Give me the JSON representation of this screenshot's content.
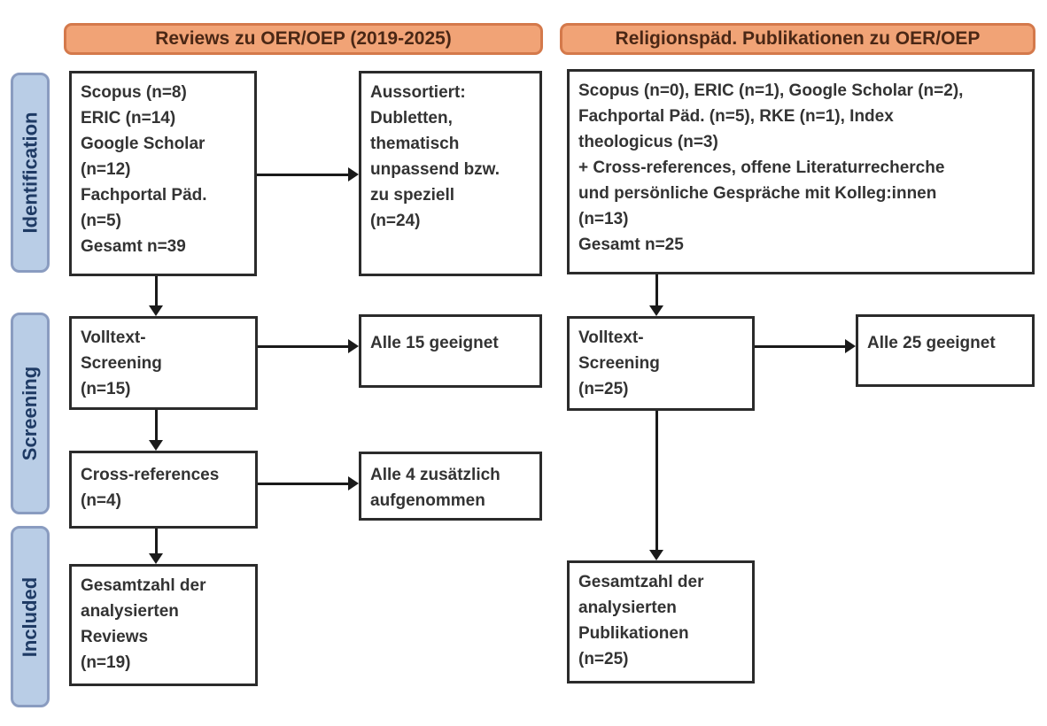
{
  "diagram": {
    "title_left": "Reviews zu OER/OEP (2019-2025)",
    "title_right": "Religionspäd. Publikationen zu OER/OEP",
    "stages": {
      "identification": "Identification",
      "screening": "Screening",
      "included": "Included"
    },
    "left_flow": {
      "sources": "Scopus (n=8)\nERIC (n=14)\nGoogle Scholar\n(n=12)\nFachportal Päd.\n(n=5)\nGesamt n=39",
      "excluded": "Aussortiert:\nDubletten,\nthematisch\nunpassend bzw.\nzu speziell\n(n=24)",
      "fulltext_screening": "Volltext-\nScreening\n(n=15)",
      "fulltext_result": "Alle 15 geeignet",
      "cross_references": "Cross-references\n(n=4)",
      "cross_references_result": "Alle 4 zusätzlich\naufgenommen",
      "included_total": "Gesamtzahl der\nanalysierten\nReviews\n(n=19)"
    },
    "right_flow": {
      "sources": "Scopus (n=0), ERIC (n=1), Google Scholar (n=2),\nFachportal Päd. (n=5), RKE (n=1), Index\ntheologicus (n=3)\n+ Cross-references, offene Literaturrecherche\nund persönliche Gespräche mit Kolleg:innen\n(n=13)\nGesamt n=25",
      "fulltext_screening": "Volltext-\nScreening\n(n=25)",
      "fulltext_result": "Alle 25 geeignet",
      "included_total": "Gesamtzahl der\nanalysierten\nPublikationen\n(n=25)"
    },
    "colors": {
      "header_fill": "#F1A376",
      "header_border": "#D4794B",
      "header_text": "#4A2715",
      "stage_fill": "#B9CDE6",
      "stage_border": "#8A9CC0",
      "stage_text": "#1E3A64",
      "box_border": "#2B2B2B",
      "box_text": "#333333",
      "arrow": "#1A1A1A"
    }
  }
}
